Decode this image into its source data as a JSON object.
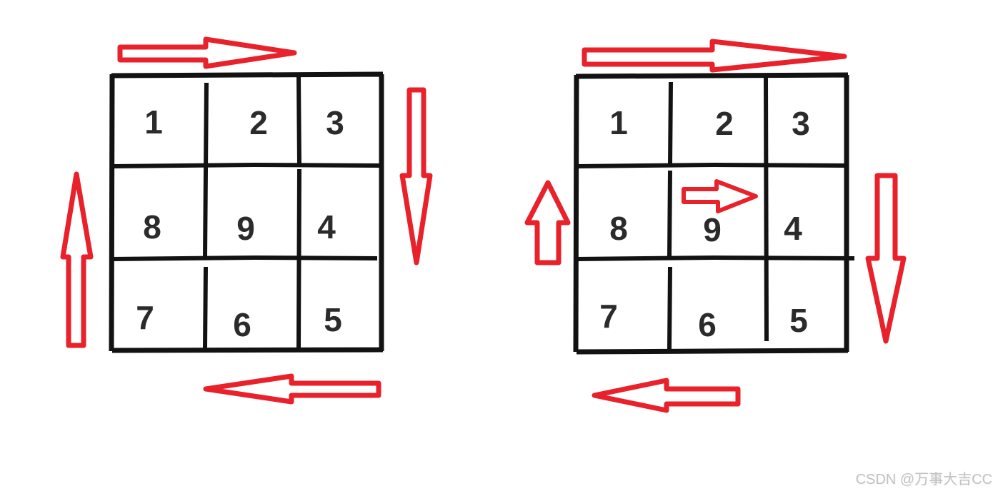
{
  "colors": {
    "arrow_red": "#e8212b",
    "grid_black": "#121212",
    "number_dark": "#2b2b2b",
    "watermark_gray": "#c3c3c3",
    "background": "#ffffff"
  },
  "left_diagram": {
    "cells": [
      "1",
      "2",
      "3",
      "8",
      "9",
      "4",
      "7",
      "6",
      "5"
    ],
    "arrows": [
      {
        "name": "top-arrow",
        "direction": "right"
      },
      {
        "name": "right-arrow",
        "direction": "down"
      },
      {
        "name": "bottom-arrow",
        "direction": "left"
      },
      {
        "name": "left-arrow",
        "direction": "up"
      }
    ]
  },
  "right_diagram": {
    "cells": [
      "1",
      "2",
      "3",
      "8",
      "9",
      "4",
      "7",
      "6",
      "5"
    ],
    "arrows": [
      {
        "name": "top-arrow",
        "direction": "right"
      },
      {
        "name": "right-arrow",
        "direction": "down"
      },
      {
        "name": "bottom-arrow",
        "direction": "left"
      },
      {
        "name": "left-arrow",
        "direction": "up"
      },
      {
        "name": "inner-center-arrow",
        "direction": "right"
      }
    ]
  },
  "watermark": {
    "text": "CSDN @万事大吉CC"
  }
}
